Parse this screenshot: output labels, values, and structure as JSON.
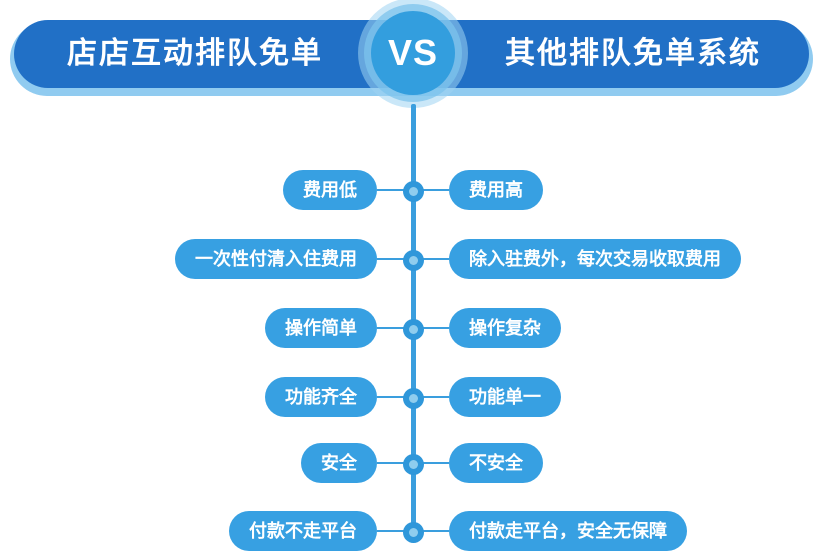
{
  "header": {
    "left_title": "店店互动排队免单",
    "right_title": "其他排队免单系统",
    "vs_label": "VS"
  },
  "colors": {
    "header_bar": "#2170c6",
    "header_glow": "#7dc2ed",
    "pill": "#37a0e2",
    "spine": "#3a9ede",
    "vs_core": "#339ede",
    "text": "#ffffff"
  },
  "comparison_rows": [
    {
      "left": "费用低",
      "right": "费用高"
    },
    {
      "left": "一次性付清入住费用",
      "right": "除入驻费外，每次交易收取费用"
    },
    {
      "left": "操作简单",
      "right": "操作复杂"
    },
    {
      "left": "功能齐全",
      "right": "功能单一"
    },
    {
      "left": "安全",
      "right": "不安全"
    },
    {
      "left": "付款不走平台",
      "right": "付款走平台，安全无保障"
    }
  ]
}
